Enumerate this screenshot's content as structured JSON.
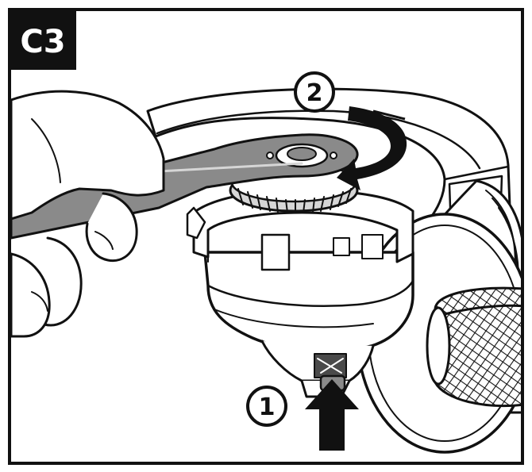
{
  "figure": {
    "label": "C3",
    "steps": [
      {
        "number": "1",
        "icon": "push-up-arrow-icon"
      },
      {
        "number": "2",
        "icon": "rotate-clockwise-arrow-icon"
      }
    ]
  },
  "colors": {
    "ink": "#111111",
    "paper": "#ffffff",
    "light_gray": "#d6d6d6",
    "mid_gray": "#8a8a8a",
    "dark_gray": "#4a4a4a"
  }
}
